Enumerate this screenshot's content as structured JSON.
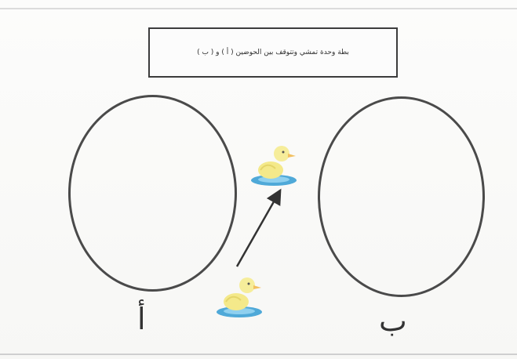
{
  "instruction": "بطة وحدة تمشي وتتوقف بين الحوضين ( أ ) و ( ب )",
  "sets": [
    {
      "label": "أ"
    },
    {
      "label": "ب"
    }
  ],
  "icons": {
    "duck": "duck-icon",
    "arrow": "arrow-icon"
  },
  "colors": {
    "duck_body": "#f4e98a",
    "duck_beak": "#f2c060",
    "water": "#4fa9d8",
    "outline": "#4a4a4a"
  }
}
